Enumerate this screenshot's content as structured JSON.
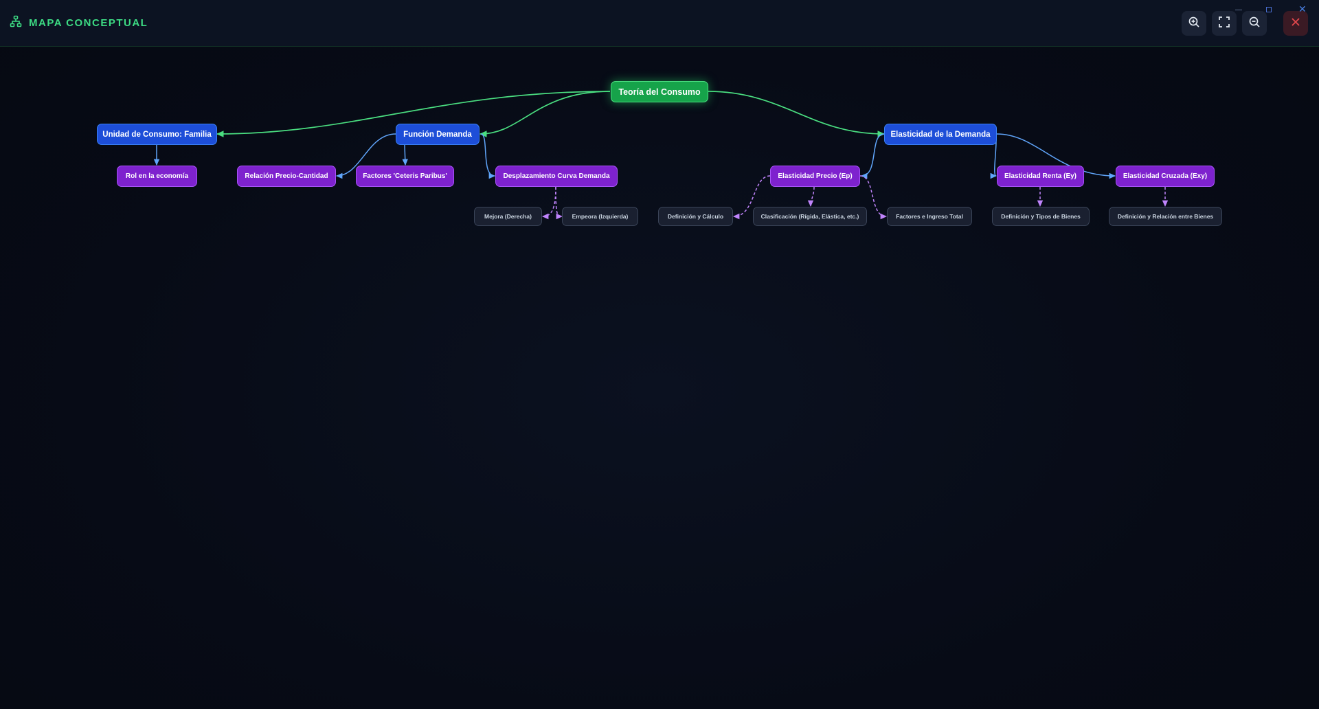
{
  "header": {
    "title": "MAPA CONCEPTUAL",
    "logo_icon": "sitemap-icon",
    "accent_color": "#3ddc84",
    "buttons": [
      {
        "name": "zoom-in-button",
        "icon": "zoom-in-icon"
      },
      {
        "name": "fullscreen-button",
        "icon": "fullscreen-icon"
      },
      {
        "name": "zoom-out-button",
        "icon": "zoom-out-icon"
      },
      {
        "name": "close-button",
        "icon": "close-icon",
        "color": "#e5484d"
      }
    ]
  },
  "map": {
    "root": {
      "label": "Teoría del Consumo",
      "color": "#16a34a"
    },
    "branches": [
      {
        "label": "Unidad de Consumo: Familia",
        "children": [
          {
            "label": "Rol en la economía",
            "children": []
          }
        ]
      },
      {
        "label": "Función Demanda",
        "children": [
          {
            "label": "Relación Precio-Cantidad",
            "children": []
          },
          {
            "label": "Factores 'Ceteris Paribus'",
            "children": []
          },
          {
            "label": "Desplazamiento Curva Demanda",
            "children": [
              {
                "label": "Mejora (Derecha)"
              },
              {
                "label": "Empeora (Izquierda)"
              }
            ]
          }
        ]
      },
      {
        "label": "Elasticidad de la Demanda",
        "children": [
          {
            "label": "Elasticidad Precio (Ep)",
            "children": [
              {
                "label": "Definición y Cálculo"
              },
              {
                "label": "Clasificación (Rígida, Elástica, etc.)"
              },
              {
                "label": "Factores e Ingreso Total"
              }
            ]
          },
          {
            "label": "Elasticidad Renta (Ey)",
            "children": [
              {
                "label": "Definición y Tipos de Bienes"
              }
            ]
          },
          {
            "label": "Elasticidad Cruzada (Exy)",
            "children": [
              {
                "label": "Definición y Relación entre Bienes"
              }
            ]
          }
        ]
      }
    ],
    "colors": {
      "root_edge": "#4ade80",
      "branch_edge": "#60a5fa",
      "leaf_edge": "#c084fc",
      "level1": "#1d4ed8",
      "level2": "#7e22ce",
      "level3": "#1a2030"
    }
  }
}
